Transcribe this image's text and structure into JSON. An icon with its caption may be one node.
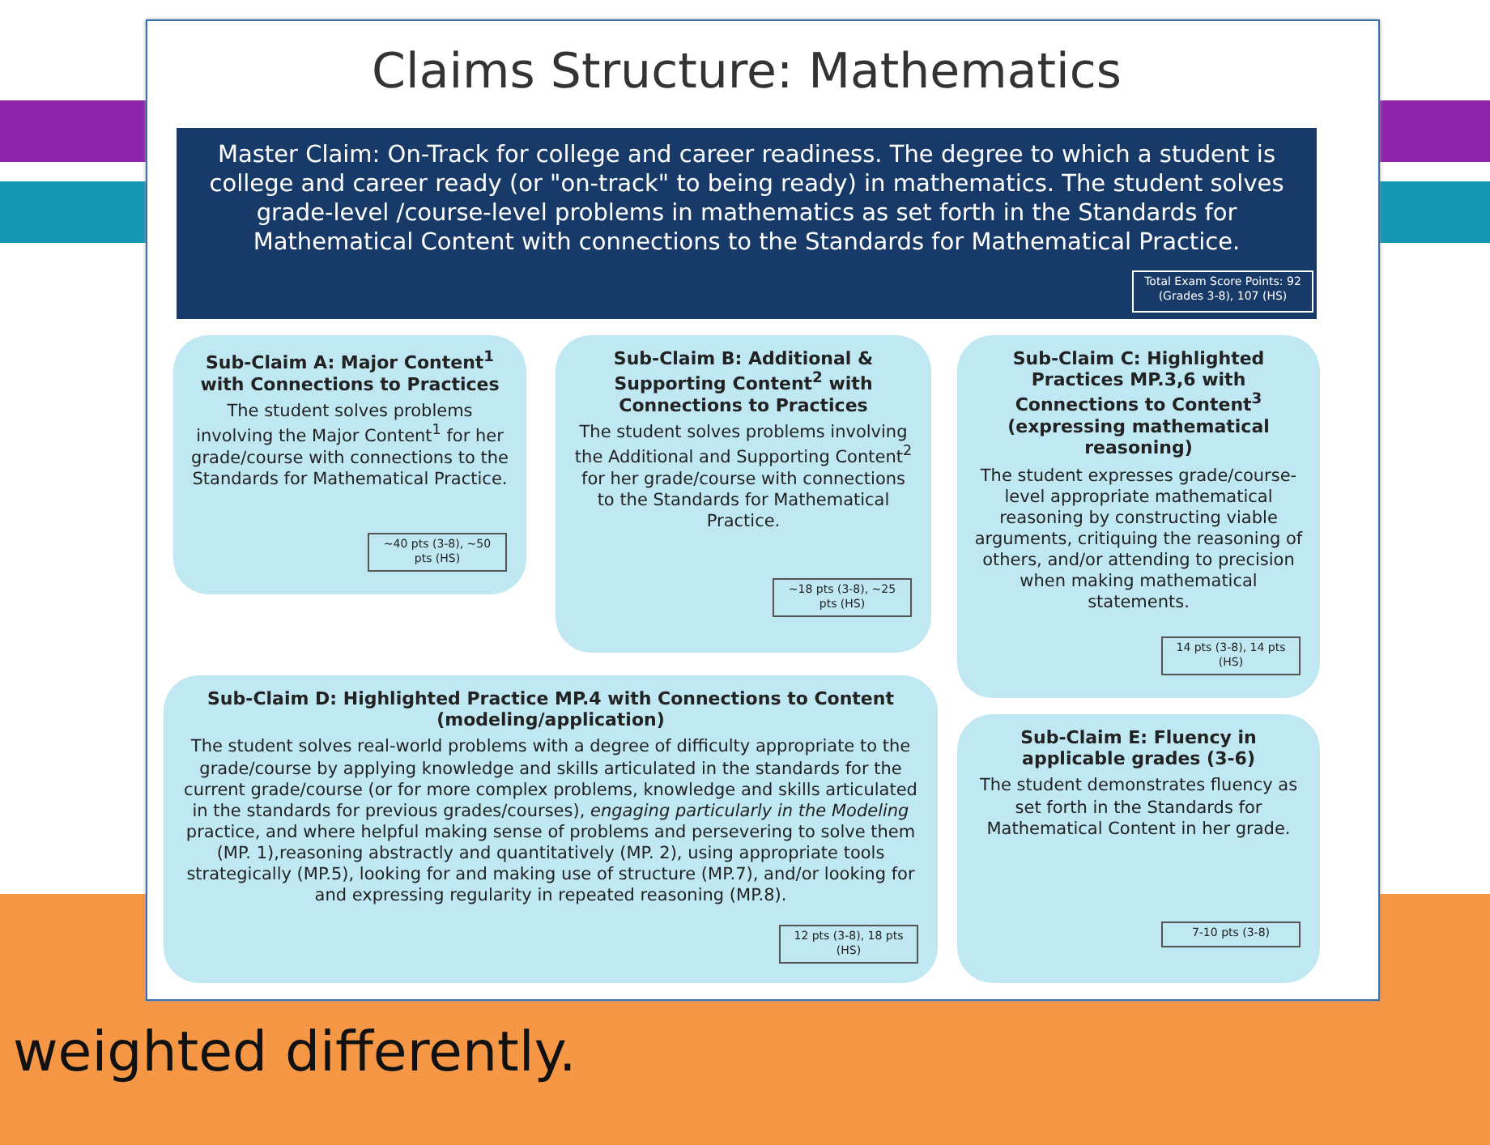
{
  "diagram": {
    "title": "Claims Structure: Mathematics",
    "nodes": [
      {
        "text": [
          "Master Claim: On-Track for college and career readiness. The degree to which a student is college and career ready (or \"on-track\" to being ready) in mathematics. The student solves grade-level /course-level problems in mathematics as set forth in the Standards for Mathematical Content with connections to the Standards for Mathematical Practice."
        ]
      },
      {
        "text": [
          "Total Exam Score Points: 92 (Grades 3-8), 107 (HS)"
        ],
        "in": 0
      },
      {
        "text": [
          "Sub-Claim A: Major Content$^{1}$ with Connections to Practices",
          "The student solves problems involving the Major Content$^{1}$ for her grade/course with connections to the Standards for Mathematical Practice."
        ]
      },
      {
        "text": [
          "~40 pts (3-8), ~50 pts (HS)"
        ],
        "in": 2
      },
      {
        "text": [
          "Sub-Claim B: Additional & Supporting Content$^{2}$ with Connections to Practices",
          "The student solves problems involving the Additional and Supporting Content$^{2}$ for her grade/course with connections to the Standards for Mathematical Practice."
        ]
      },
      {
        "text": [
          "~18 pts (3-8), ~25 pts (HS)"
        ],
        "in": 4
      },
      {
        "text": [
          "Sub-Claim C: Highlighted Practices MP.3,6 with Connections to Content$^{3}$ (expressing mathematical reasoning)",
          "The student expresses grade/course-level appropriate mathematical reasoning by constructing viable arguments, critiquing the reasoning of others, and/or attending to precision when making mathematical statements."
        ]
      },
      {
        "text": [
          "14 pts (3-8), 14 pts (HS)"
        ],
        "in": 6
      },
      {
        "text": [
          "Sub-Claim D: Highlighted Practice MP.4 with Connections to Content (modeling/application)",
          "The student solves real-world problems with a degree of difficulty appropriate to the grade/course by applying knowledge and skills articulated in the standards for the current grade/course (or for more complex problems, knowledge and skills articulated in the standards for previous grades/courses), *engaging particularly in the Modeling* practice, and where helpful making sense of problems and persevering to solve them (MP. 1),reasoning abstractly and quantitatively (MP. 2), using appropriate tools strategically (MP.5), looking for and making use of structure (MP.7), and/or looking for and expressing regularity in repeated reasoning (MP.8)."
        ]
      },
      {
        "text": [
          "12 pts (3-8), 18 pts (HS)"
        ],
        "in": 8
      },
      {
        "text": [
          "Sub-Claim E: Fluency in applicable grades (3-6)",
          "The student demonstrates fluency as set forth in the Standards for Mathematical Content in her grade."
        ]
      },
      {
        "text": [
          "7-10 pts (3-8)"
        ],
        "in": 10
      }
    ],
    "labels": [
      "weighted differently."
    ]
  }
}
